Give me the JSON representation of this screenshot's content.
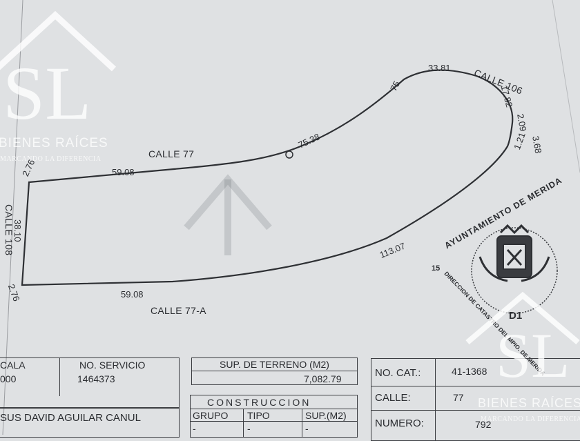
{
  "plan": {
    "streets": {
      "top": "CALLE 77",
      "bottom": "CALLE 77-A",
      "right": "CALLE 106",
      "left": "CALLE 108"
    },
    "measurements": {
      "top_left_short": "2.76",
      "top_straight": "59.08",
      "top_curve": "75.38",
      "top_corner": "75",
      "top_right": "33.81",
      "right_1": "17.82",
      "right_2": "2.09",
      "right_3": "3.68",
      "right_4": "1.21",
      "bottom_curve": "113.07",
      "bottom_straight": "59.08",
      "left_side": "38.10",
      "bottom_left_short": "2.76"
    }
  },
  "seal": {
    "text": "AYUNTAMIENTO DE MERIDA",
    "subtext": "DIRECCION DE CATASTRO DEL MPIO. DE MERIDA",
    "left_mark": "15",
    "code": "D1"
  },
  "watermark": {
    "initials": "SL",
    "brand": "BIENES RAÍCES",
    "tagline": "MARCANDO LA DIFERENCIA"
  },
  "form": {
    "escala_label": "CALA",
    "escala_value": "000",
    "servicio_label": "NO. SERVICIO",
    "servicio_value": "1464373",
    "owner": "SUS DAVID AGUILAR CANUL",
    "sup_terreno_label": "SUP. DE TERRENO (M2)",
    "sup_terreno_value": "7,082.79",
    "construccion_label": "CONSTRUCCION",
    "grupo_label": "GRUPO",
    "tipo_label": "TIPO",
    "sup_label": "SUP.(M2)",
    "dash": "-",
    "no_cat_label": "NO. CAT.:",
    "no_cat_value": "41-1368",
    "calle_label": "CALLE:",
    "calle_value": "77",
    "numero_label": "NUMERO:",
    "numero_value": "792"
  }
}
